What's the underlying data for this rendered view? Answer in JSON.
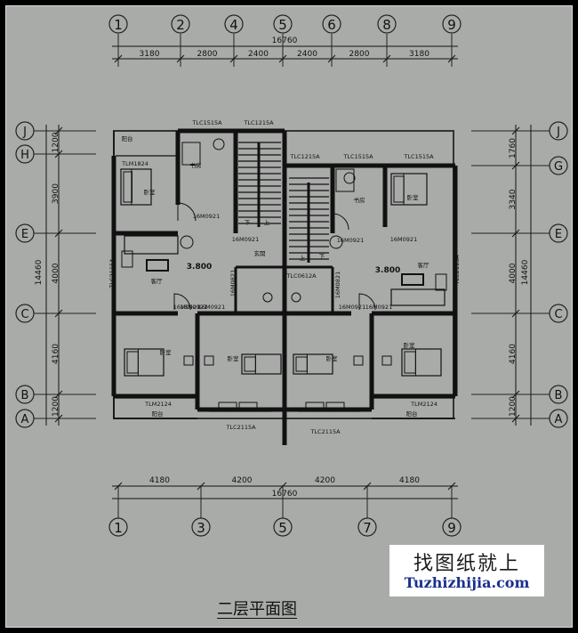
{
  "title": "二层平面图",
  "watermark": {
    "cn": "找图纸就上",
    "url": "Tuzhizhijia.com"
  },
  "top_axes": [
    "1",
    "2",
    "4",
    "5",
    "6",
    "8",
    "9"
  ],
  "bottom_axes": [
    "1",
    "3",
    "5",
    "7",
    "9"
  ],
  "left_axes": [
    "J",
    "H",
    "E",
    "C",
    "B",
    "A"
  ],
  "right_axes": [
    "J",
    "G",
    "E",
    "C",
    "B",
    "A"
  ],
  "top_total": "16760",
  "top_dims": [
    "3180",
    "2800",
    "2400",
    "2400",
    "2800",
    "3180"
  ],
  "bottom_total": "16760",
  "bottom_dims": [
    "4180",
    "4200",
    "4200",
    "4180"
  ],
  "left_total": "14460",
  "left_dims": [
    "1200",
    "3900",
    "4000",
    "4160",
    "1200"
  ],
  "right_total": "14460",
  "right_dims": [
    "1760",
    "3340",
    "4000",
    "4160",
    "1200"
  ],
  "labels": [
    "TLC1515A",
    "TLC1215A",
    "TLC1215A",
    "TLC1515A",
    "TLC1515A",
    "阳台",
    "书房",
    "TLM1824",
    "卧室",
    "16M0921",
    "16M0921",
    "下",
    "上",
    "书房",
    "卧室",
    "16M0921",
    "16M0921",
    "玄関",
    "3.800",
    "客厅",
    "TLC2115A",
    "16M0821",
    "TLC0612A",
    "16M0821",
    "16M0921",
    "3.800",
    "客厅",
    "TLC2115A",
    "16M0921",
    "16M0921",
    "16M0921",
    "16M0921",
    "卧室",
    "卧室",
    "卧室",
    "卧室",
    "TLM2124",
    "阳台",
    "TLM2124",
    "阳台",
    "TLC2115A",
    "TLC2115A",
    "上",
    "下"
  ]
}
